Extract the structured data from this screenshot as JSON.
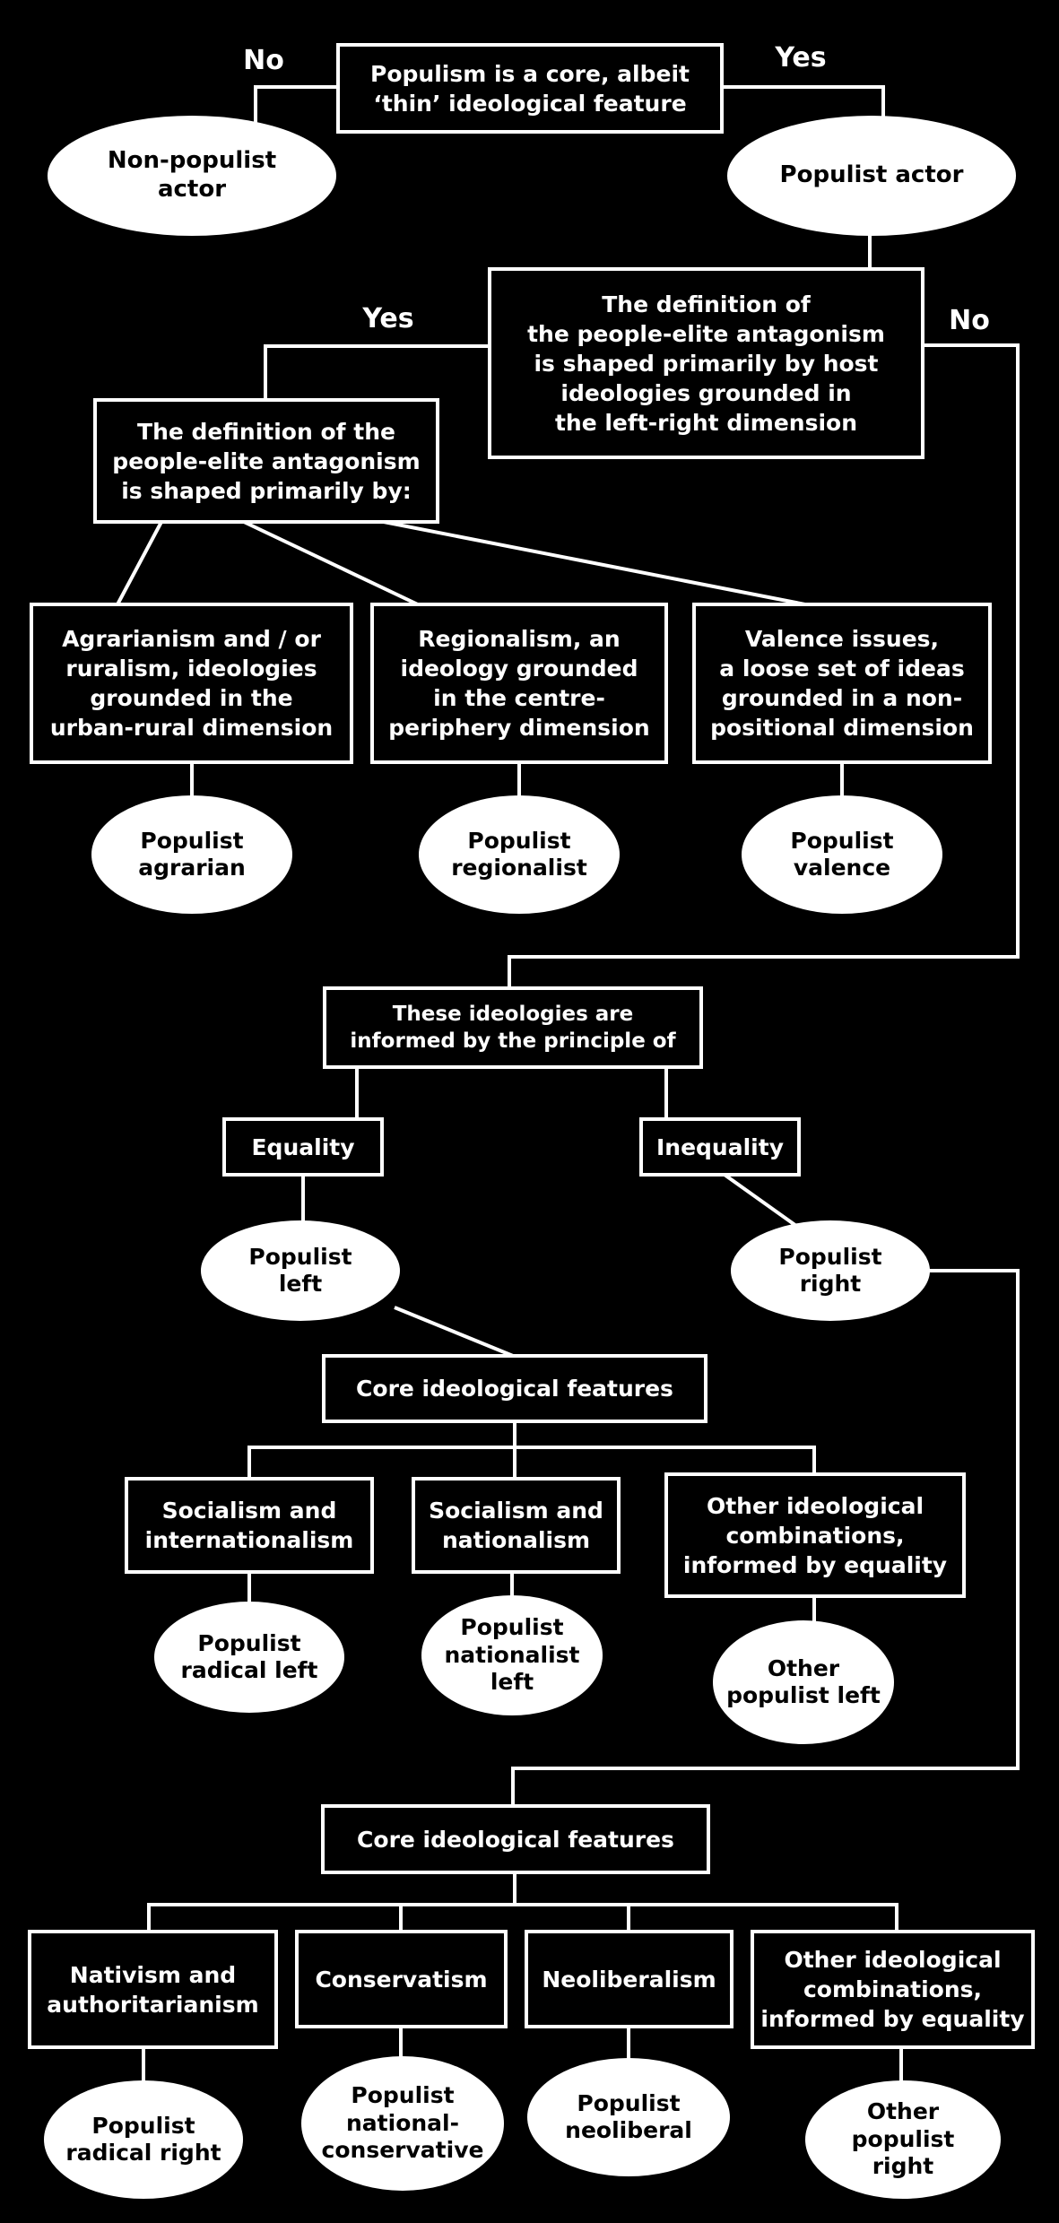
{
  "diagram": {
    "title": "Populism classification flowchart",
    "background_color": "#000000",
    "line_color": "#ffffff",
    "edge_labels": {
      "no_top": "No",
      "yes_top": "Yes",
      "yes_mid": "Yes",
      "no_mid": "No"
    },
    "nodes": {
      "q_thin": [
        "Populism is a core, albeit",
        "‘thin’ ideological feature"
      ],
      "non_populist_actor": [
        "Non-populist",
        "actor"
      ],
      "populist_actor": [
        "Populist actor"
      ],
      "q_host_ideologies": [
        "The definition of",
        "the people-elite antagonism",
        "is shaped primarily by host",
        "ideologies grounded in",
        "the left-right dimension"
      ],
      "q_shaped_by": [
        "The definition of the",
        "people-elite antagonism",
        "is shaped primarily by:"
      ],
      "agrarianism": [
        "Agrarianism and / or",
        "ruralism, ideologies",
        "grounded in the",
        "urban-rural dimension"
      ],
      "regionalism": [
        "Regionalism, an",
        "ideology grounded",
        "in the centre-",
        "periphery dimension"
      ],
      "valence": [
        "Valence issues,",
        "a loose set of ideas",
        "grounded in a non-",
        "positional dimension"
      ],
      "populist_agrarian": [
        "Populist",
        "agrarian"
      ],
      "populist_regionalist": [
        "Populist",
        "regionalist"
      ],
      "populist_valence": [
        "Populist",
        "valence"
      ],
      "q_principle": [
        "These ideologies are",
        "informed by the principle of"
      ],
      "equality": [
        "Equality"
      ],
      "inequality": [
        "Inequality"
      ],
      "populist_left": [
        "Populist",
        "left"
      ],
      "populist_right": [
        "Populist",
        "right"
      ],
      "core_features_left": [
        "Core ideological features"
      ],
      "socialism_internationalism": [
        "Socialism and",
        "internationalism"
      ],
      "socialism_nationalism": [
        "Socialism and",
        "nationalism"
      ],
      "other_combos_left": [
        "Other ideological",
        "combinations,",
        "informed by equality"
      ],
      "populist_radical_left": [
        "Populist",
        "radical left"
      ],
      "populist_nationalist_left": [
        "Populist",
        "nationalist",
        "left"
      ],
      "other_populist_left": [
        "Other",
        "populist left"
      ],
      "core_features_right": [
        "Core ideological features"
      ],
      "nativism_authoritarianism": [
        "Nativism and",
        "authoritarianism"
      ],
      "conservatism": [
        "Conservatism"
      ],
      "neoliberalism": [
        "Neoliberalism"
      ],
      "other_combos_right": [
        "Other ideological",
        "combinations,",
        "informed by equality"
      ],
      "populist_radical_right": [
        "Populist",
        "radical right"
      ],
      "populist_national_conservative": [
        "Populist",
        "national-",
        "conservative"
      ],
      "populist_neoliberal": [
        "Populist",
        "neoliberal"
      ],
      "other_populist_right": [
        "Other",
        "populist",
        "right"
      ]
    },
    "edges": [
      {
        "from": "q_thin",
        "to": "non_populist_actor",
        "label": "No"
      },
      {
        "from": "q_thin",
        "to": "populist_actor",
        "label": "Yes"
      },
      {
        "from": "populist_actor",
        "to": "q_host_ideologies",
        "label": ""
      },
      {
        "from": "q_host_ideologies",
        "to": "q_shaped_by",
        "label": "Yes"
      },
      {
        "from": "q_host_ideologies",
        "to": "q_principle",
        "label": "No"
      },
      {
        "from": "q_shaped_by",
        "to": "agrarianism",
        "label": ""
      },
      {
        "from": "q_shaped_by",
        "to": "regionalism",
        "label": ""
      },
      {
        "from": "q_shaped_by",
        "to": "valence",
        "label": ""
      },
      {
        "from": "agrarianism",
        "to": "populist_agrarian",
        "label": ""
      },
      {
        "from": "regionalism",
        "to": "populist_regionalist",
        "label": ""
      },
      {
        "from": "valence",
        "to": "populist_valence",
        "label": ""
      },
      {
        "from": "q_principle",
        "to": "equality",
        "label": ""
      },
      {
        "from": "q_principle",
        "to": "inequality",
        "label": ""
      },
      {
        "from": "equality",
        "to": "populist_left",
        "label": ""
      },
      {
        "from": "inequality",
        "to": "populist_right",
        "label": ""
      },
      {
        "from": "populist_left",
        "to": "core_features_left",
        "label": ""
      },
      {
        "from": "core_features_left",
        "to": "socialism_internationalism",
        "label": ""
      },
      {
        "from": "core_features_left",
        "to": "socialism_nationalism",
        "label": ""
      },
      {
        "from": "core_features_left",
        "to": "other_combos_left",
        "label": ""
      },
      {
        "from": "socialism_internationalism",
        "to": "populist_radical_left",
        "label": ""
      },
      {
        "from": "socialism_nationalism",
        "to": "populist_nationalist_left",
        "label": ""
      },
      {
        "from": "other_combos_left",
        "to": "other_populist_left",
        "label": ""
      },
      {
        "from": "populist_right",
        "to": "core_features_right",
        "label": ""
      },
      {
        "from": "core_features_right",
        "to": "nativism_authoritarianism",
        "label": ""
      },
      {
        "from": "core_features_right",
        "to": "conservatism",
        "label": ""
      },
      {
        "from": "core_features_right",
        "to": "neoliberalism",
        "label": ""
      },
      {
        "from": "core_features_right",
        "to": "other_combos_right",
        "label": ""
      },
      {
        "from": "nativism_authoritarianism",
        "to": "populist_radical_right",
        "label": ""
      },
      {
        "from": "conservatism",
        "to": "populist_national_conservative",
        "label": ""
      },
      {
        "from": "neoliberalism",
        "to": "populist_neoliberal",
        "label": ""
      },
      {
        "from": "other_combos_right",
        "to": "other_populist_right",
        "label": ""
      }
    ]
  }
}
